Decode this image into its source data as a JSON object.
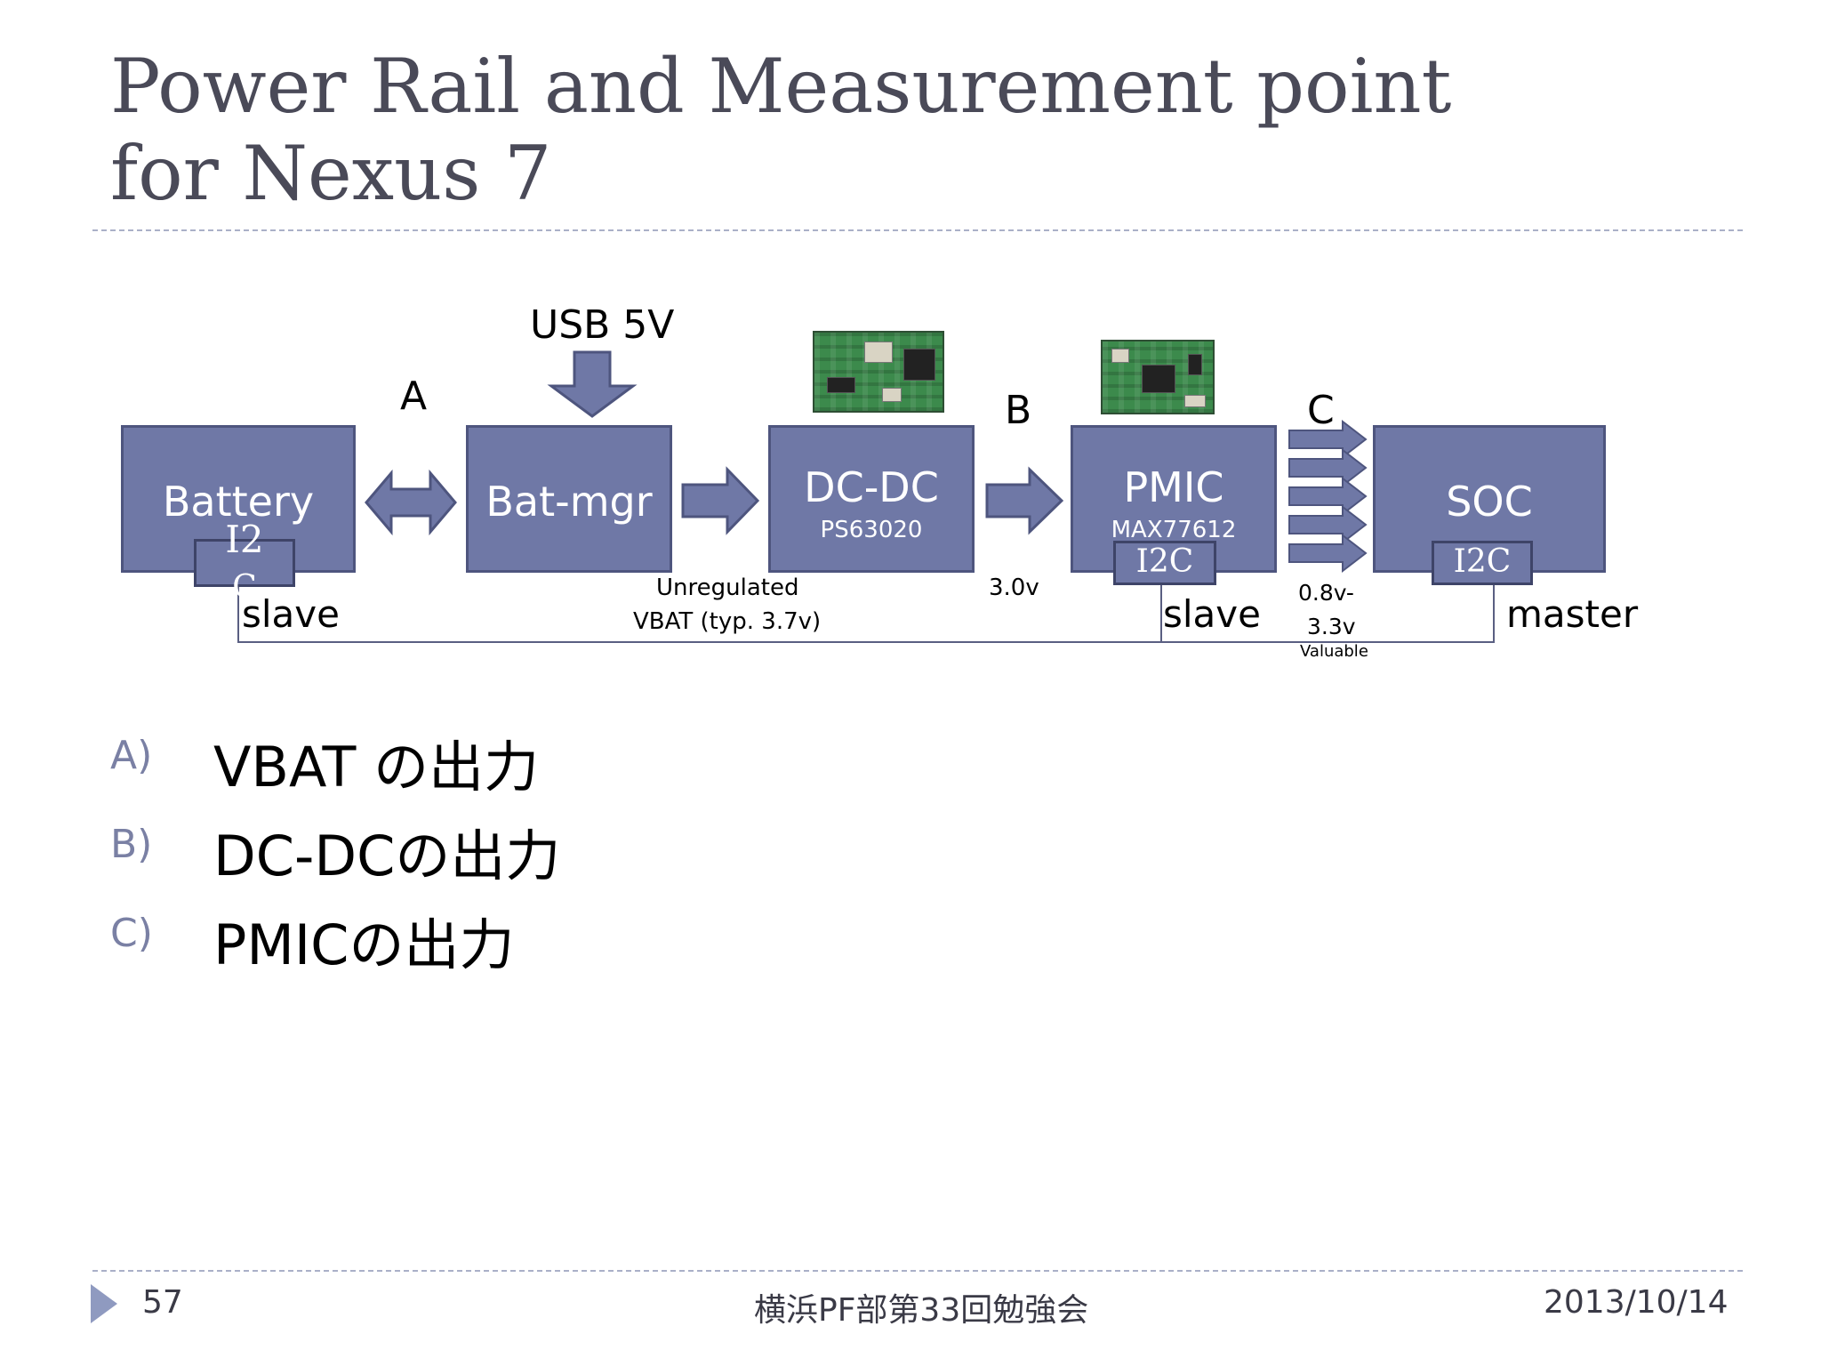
{
  "title": {
    "line1": "Power Rail and Measurement point",
    "line2": "for Nexus 7"
  },
  "diagram": {
    "blocks": {
      "battery": {
        "label": "Battery",
        "chip": "I2",
        "chip_overflow": "C"
      },
      "batmgr": {
        "label": "Bat-mgr"
      },
      "dcdc": {
        "label": "DC-DC",
        "sub": "PS63020"
      },
      "pmic": {
        "label": "PMIC",
        "sub": "MAX77612",
        "chip": "I2C"
      },
      "soc": {
        "label": "SOC",
        "chip": "I2C"
      }
    },
    "usb_label": "USB 5V",
    "point_a": "A",
    "point_b": "B",
    "point_c": "C",
    "unregulated_line1": "Unregulated",
    "unregulated_line2": "VBAT (typ. 3.7v)",
    "dcdc_output": "3.0v",
    "pmic_output_line1": "0.8v-",
    "pmic_output_line2": "3.3v",
    "pmic_output_line3": "Valuable",
    "slave1": "slave",
    "slave2": "slave",
    "master": "master"
  },
  "list": [
    {
      "letter": "A)",
      "text": "VBAT の出力"
    },
    {
      "letter": "B)",
      "text": "DC-DCの出力"
    },
    {
      "letter": "C)",
      "text": "PMICの出力"
    }
  ],
  "footer": {
    "page_number": "57",
    "event": "横浜PF部第33回勉強会",
    "date": "2013/10/14"
  },
  "colors": {
    "block_fill": "#6f78a6",
    "block_border": "#4e557e",
    "arrow_fill": "#6f78a6",
    "title_text": "#4a4a58"
  }
}
